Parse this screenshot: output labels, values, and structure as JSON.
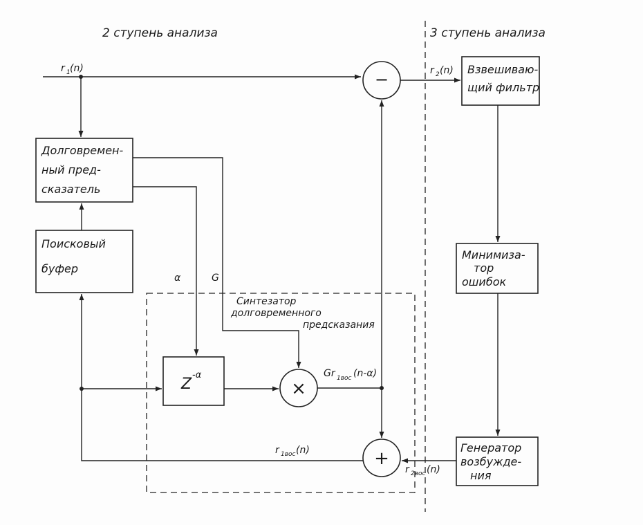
{
  "stages": {
    "stage2": "2 ступень   анализа",
    "stage3": "3 ступень анализа"
  },
  "blocks": {
    "ltp": [
      "Долговремен-",
      "ный пред-",
      "сказатель"
    ],
    "search_buffer": [
      "Поисковый",
      "буфер"
    ],
    "weighting_filter": [
      "Взвешиваю-",
      "щий фильтр"
    ],
    "error_minimizer": [
      "Минимиза-",
      "тор",
      "ошибок"
    ],
    "excitation_generator": [
      "Генератор",
      "возбужде-",
      "ния"
    ],
    "delay": {
      "base": "Z",
      "sup": "-α"
    }
  },
  "synth_label": [
    "Синтезатор",
    "долговременного",
    "предсказания"
  ],
  "signals": {
    "r1": {
      "main": "r",
      "sub": "1",
      "arg": "(n)"
    },
    "r2": {
      "main": "r",
      "sub": "2",
      "arg": "(n)"
    },
    "alpha": "α",
    "gain": "G",
    "g_out": {
      "main": "Gr",
      "sub": "1вос",
      "arg": "(n-α)"
    },
    "r1_rec": {
      "main": "r",
      "sub": "1вос",
      "arg": "(n)"
    },
    "r2_rec": {
      "main": "r",
      "sub": "2вос",
      "arg": "(n)"
    }
  },
  "operators": {
    "subtract": "−",
    "multiply": "×",
    "add": "+"
  }
}
